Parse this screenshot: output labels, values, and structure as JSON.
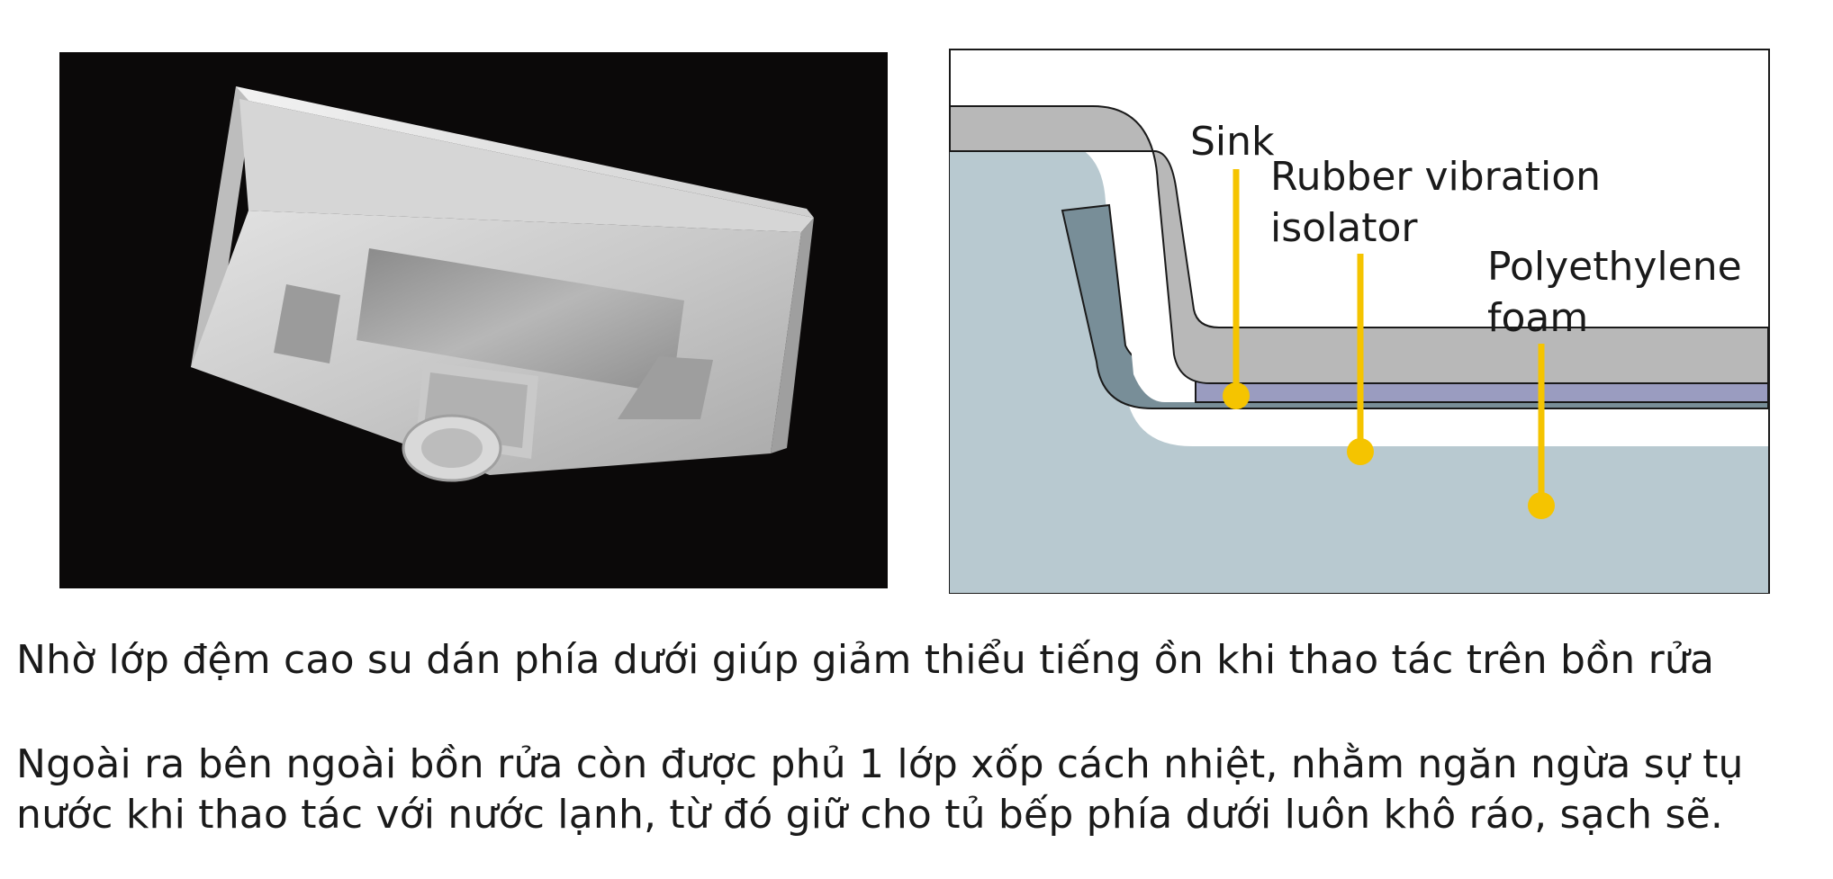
{
  "diagram": {
    "labels": {
      "sink": "Sink",
      "rubber_line1": "Rubber vibration",
      "rubber_line2": "isolator",
      "foam_line1": "Polyethylene",
      "foam_line2": "foam"
    },
    "colors": {
      "sink_steel": "#b8b8b8",
      "rubber": "#9a9cc0",
      "foam": "#788e98",
      "background_fill": "#b8c9d0",
      "pointer": "#f5c400",
      "photo_background": "#0b0909"
    }
  },
  "text": {
    "paragraph_1": "Nhờ lớp đệm cao su dán phía dưới giúp giảm thiểu tiếng ồn khi thao tác trên bồn rửa",
    "paragraph_2": "Ngoài ra bên ngoài bồn rửa còn được phủ 1 lớp xốp cách nhiệt, nhằm ngăn ngừa sự tụ nước khi thao tác với nước lạnh, từ đó giữ cho tủ bếp phía dưới luôn khô ráo, sạch sẽ."
  }
}
